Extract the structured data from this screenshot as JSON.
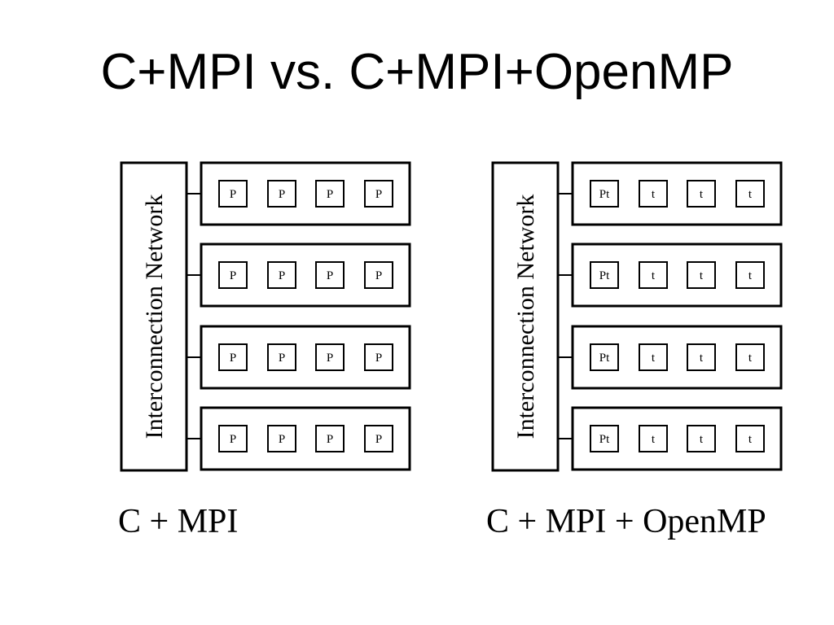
{
  "title": "C+MPI vs. C+MPI+OpenMP",
  "panels": [
    {
      "caption": "C + MPI",
      "network_label": "Interconnection Network",
      "nodes": [
        [
          "P",
          "P",
          "P",
          "P"
        ],
        [
          "P",
          "P",
          "P",
          "P"
        ],
        [
          "P",
          "P",
          "P",
          "P"
        ],
        [
          "P",
          "P",
          "P",
          "P"
        ]
      ]
    },
    {
      "caption": "C + MPI + OpenMP",
      "network_label": "Interconnection Network",
      "nodes": [
        [
          "Pt",
          "t",
          "t",
          "t"
        ],
        [
          "Pt",
          "t",
          "t",
          "t"
        ],
        [
          "Pt",
          "t",
          "t",
          "t"
        ],
        [
          "Pt",
          "t",
          "t",
          "t"
        ]
      ]
    }
  ]
}
